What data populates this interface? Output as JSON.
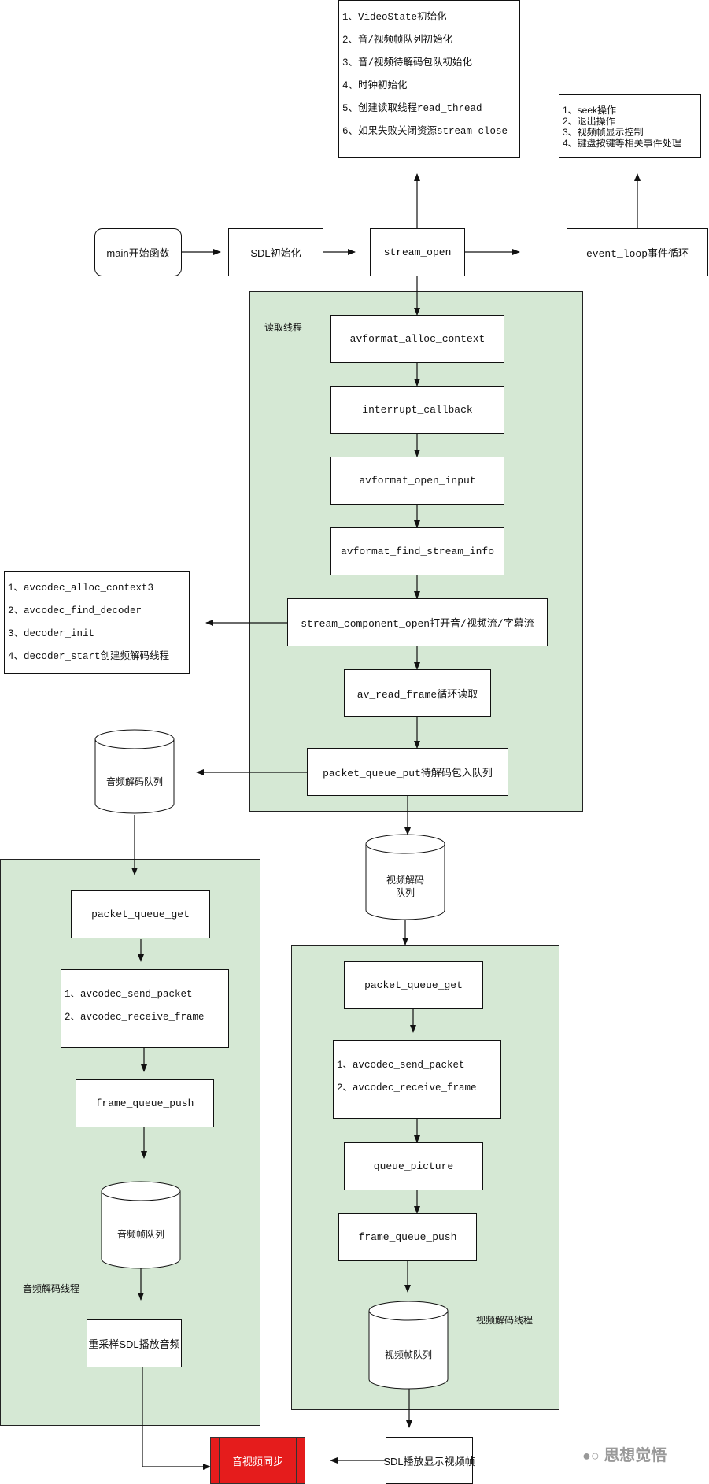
{
  "top": {
    "main": "main开始函数",
    "sdl_init": "SDL初始化",
    "stream_open": "stream_open",
    "event_loop": "event_loop事件循环"
  },
  "stream_open_notes": [
    "1、VideoState初始化",
    "2、音/视频帧队列初始化",
    "3、音/视频待解码包队初始化",
    "4、时钟初始化",
    "5、创建读取线程read_thread",
    "6、如果失败关闭资源stream_close"
  ],
  "event_notes": [
    "1、seek操作",
    "2、退出操作",
    "3、视频帧显示控制",
    "4、键盘按键等相关事件处理"
  ],
  "read_thread": {
    "label": "读取线程",
    "steps": [
      "avformat_alloc_context",
      "interrupt_callback",
      "avformat_open_input",
      "avformat_find_stream_info",
      "stream_component_open打开音/视频流/字幕流",
      "av_read_frame循环读取",
      "packet_queue_put待解码包入队列"
    ]
  },
  "component_notes": [
    "1、avcodec_alloc_context3",
    "2、avcodec_find_decoder",
    "3、decoder_init",
    "4、decoder_start创建频解码线程"
  ],
  "audio_packet_queue": "音频解码队列",
  "video_packet_queue": "视频解码\n队列",
  "audio_thread": {
    "label": "音频解码线程",
    "get": "packet_queue_get",
    "decode": [
      "1、avcodec_send_packet",
      "2、avcodec_receive_frame"
    ],
    "push": "frame_queue_push",
    "frame_queue": "音频帧队列",
    "play": "重采样SDL播放音频"
  },
  "video_thread": {
    "label": "视频解码线程",
    "get": "packet_queue_get",
    "decode": [
      "1、avcodec_send_packet",
      "2、avcodec_receive_frame"
    ],
    "queue_picture": "queue_picture",
    "push": "frame_queue_push",
    "frame_queue": "视频帧队列"
  },
  "sync": "音视频同步",
  "sdl_display": "SDL播放显示视频帧",
  "watermark": "思想觉悟",
  "colors": {
    "group_fill": "#d5e8d4",
    "sync_fill": "#e51c1c"
  }
}
